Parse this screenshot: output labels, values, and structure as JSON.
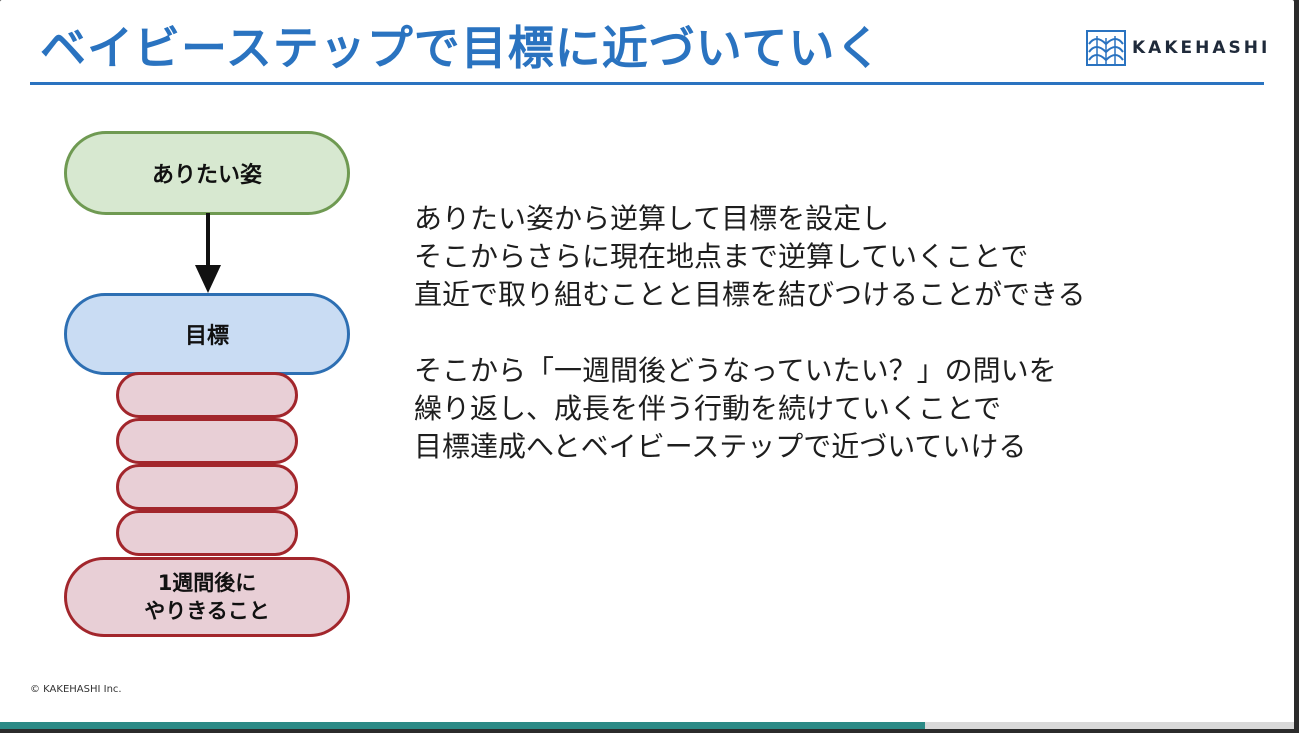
{
  "slide": {
    "title": "ベイビーステップで目標に近づいていく",
    "logo_text": "KAKEHASHI",
    "copyright": "© KAKEHASHI Inc.",
    "progress": 0.715
  },
  "diagram": {
    "ideal": "ありたい姿",
    "goal": "目標",
    "week_line1": "1週間後に",
    "week_line2": "やりきること",
    "step_count": 4
  },
  "body": {
    "para1": [
      "ありたい姿から逆算して目標を設定し",
      "そこからさらに現在地点まで逆算していくことで",
      "直近で取り組むことと目標を結びつけることができる"
    ],
    "para2": [
      "そこから「一週間後どうなっていたい？」の問いを",
      "繰り返し、成長を伴う行動を続けていくことで",
      "目標達成へとベイビーステップで近づいていける"
    ]
  },
  "colors": {
    "title": "#2a73c0",
    "ideal_fill": "#d7e8d0",
    "ideal_border": "#6f9a52",
    "goal_fill": "#c9dcf3",
    "goal_border": "#2d6fb3",
    "step_fill": "#e8cfd6",
    "step_border": "#a2262c",
    "progress": "#2b8a86"
  }
}
